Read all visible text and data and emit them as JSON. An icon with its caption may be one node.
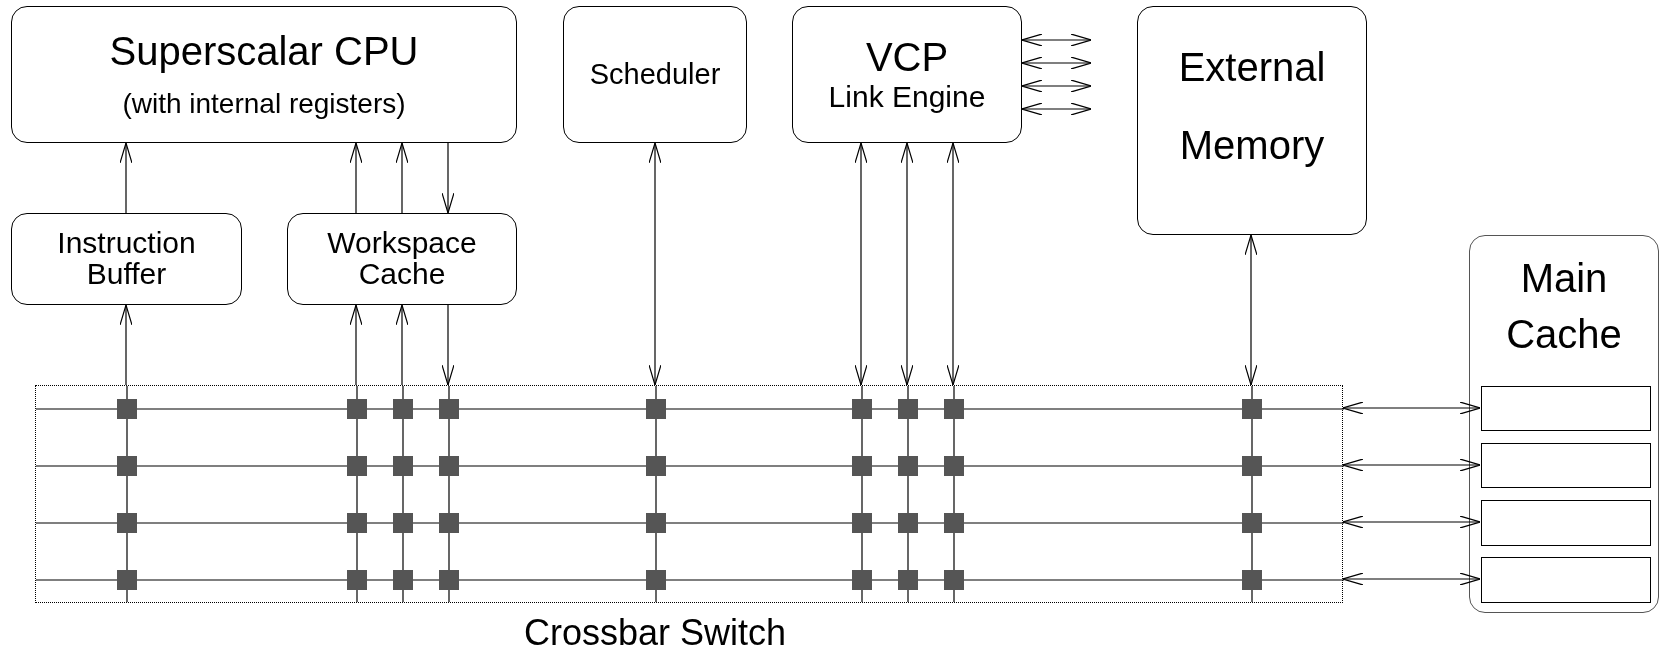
{
  "diagram": {
    "nodes": [
      {
        "text": [
          "Superscalar CPU",
          "(with internal registers)"
        ]
      },
      {
        "text": [
          "Scheduler"
        ]
      },
      {
        "text": [
          "VCP",
          "Link Engine"
        ]
      },
      {
        "text": [
          "External Memory"
        ]
      },
      {
        "text": [
          "Instruction Buffer"
        ]
      },
      {
        "text": [
          "Workspace Cache"
        ]
      },
      {
        "text": [
          "Crossbar Switch"
        ]
      },
      {
        "text": [
          "Main Cache"
        ]
      },
      {
        "text": [],
        "shape": "box",
        "in": 7
      },
      {
        "text": [],
        "shape": "box",
        "in": 7
      },
      {
        "text": [],
        "shape": "box",
        "in": 7
      },
      {
        "text": [],
        "shape": "box",
        "in": 7
      }
    ],
    "edges": [
      {
        "from": 4,
        "to": 0,
        "arrow": "to"
      },
      {
        "from": 5,
        "to": 0,
        "arrow": "to"
      },
      {
        "from": 5,
        "to": 0,
        "arrow": "to"
      },
      {
        "from": 0,
        "to": 5,
        "arrow": "to"
      },
      {
        "from": 6,
        "to": 4,
        "arrow": "to"
      },
      {
        "from": 6,
        "to": 5,
        "arrow": "to"
      },
      {
        "from": 6,
        "to": 5,
        "arrow": "to"
      },
      {
        "from": 5,
        "to": 6,
        "arrow": "to"
      },
      {
        "from": 1,
        "to": 6,
        "arrow": "both"
      },
      {
        "from": 2,
        "to": 6,
        "arrow": "both"
      },
      {
        "from": 2,
        "to": 6,
        "arrow": "both"
      },
      {
        "from": 2,
        "to": 6,
        "arrow": "both"
      },
      {
        "from": 3,
        "to": 6,
        "arrow": "both"
      },
      {
        "from": 2,
        "to": null,
        "arrow": "both"
      },
      {
        "from": 2,
        "to": null,
        "arrow": "both"
      },
      {
        "from": 2,
        "to": null,
        "arrow": "both"
      },
      {
        "from": 2,
        "to": null,
        "arrow": "both"
      },
      {
        "from": 6,
        "to": 8,
        "arrow": "both"
      },
      {
        "from": 6,
        "to": 9,
        "arrow": "both"
      },
      {
        "from": 6,
        "to": 10,
        "arrow": "both"
      },
      {
        "from": 6,
        "to": 11,
        "arrow": "both"
      }
    ]
  }
}
